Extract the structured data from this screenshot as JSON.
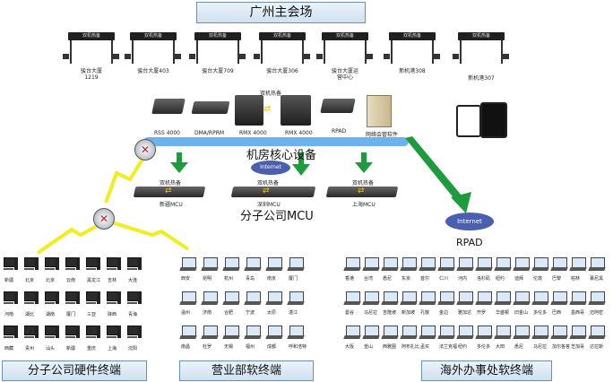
{
  "top_title": "广州主会场",
  "rooms": [
    {
      "tag": "双机热备",
      "label": "骏台大厦\n1219"
    },
    {
      "tag": "双机热备",
      "label": "骏台大厦403"
    },
    {
      "tag": "双机热备",
      "label": "骏台大厦709"
    },
    {
      "tag": "双机热备",
      "label": "骏台大厦306"
    },
    {
      "tag": "双机热备",
      "label": "骏台大厦运\n营中心"
    },
    {
      "tag": "双机热备",
      "label": "新机港308"
    },
    {
      "tag": "双机热备",
      "label": "新机港307"
    }
  ],
  "core_devices": {
    "hot_standby_label": "双机热备",
    "devices": [
      "RSS 4000",
      "DMA/RPRM",
      "RMX 4000",
      "RMX 4000",
      "RPAD",
      "网络会管软件"
    ]
  },
  "core_title": "机房核心设备",
  "internet_label": "Internet",
  "rpad_label": "RPAD",
  "mcus": [
    {
      "tag": "双机热备",
      "label": "新疆MCU"
    },
    {
      "tag": "双机热备",
      "label": "深圳MCU"
    },
    {
      "tag": "双机热备",
      "label": "上海MCU"
    }
  ],
  "branch_mcu_title": "分子公司MCU",
  "hw_terminals": [
    "新疆",
    "北京",
    "北京",
    "云南",
    "黑龙江",
    "吉林",
    "大连",
    "河南",
    "湖北",
    "湖南",
    "厦门",
    "三亚",
    "陕西",
    "青海",
    "西藏",
    "贵州",
    "汕头",
    "新疆",
    "重庆",
    "上海",
    "沈阳"
  ],
  "sales_terminals": [
    "西安",
    "昆明",
    "杭州",
    "青岛",
    "南京",
    "厦门",
    "温州",
    "济南",
    "合肥",
    "宁波",
    "太原",
    "湛江",
    "南昌",
    "杜罗",
    "无锡",
    "福州",
    "成都",
    "呼和浩特"
  ],
  "overseas_terminals": [
    "香港",
    "台湾",
    "悉尼",
    "东京",
    "首尔",
    "仁川",
    "河内",
    "洛杉矶",
    "纽约",
    "迪拜",
    "伦敦",
    "巴黎",
    "柏林",
    "慕尼黑",
    "曼谷",
    "马尼拉",
    "吉隆坡",
    "新加坡",
    "孔敬",
    "金边",
    "雅加达",
    "开罗",
    "华盛顿",
    "旧金山",
    "多伦多",
    "巴西",
    "墨西哥",
    "迈阿密",
    "大阪",
    "釜山",
    "西雅图",
    "阿布扎比",
    "孟买",
    "法兰克福",
    "纽约",
    "多伦多",
    "大田",
    "悉尼",
    "马尼拉",
    "加尔各答",
    "芝加哥",
    "达拉斯"
  ],
  "bottom_labels": {
    "hardware": "分子公司硬件终端",
    "sales": "营业部软终端",
    "overseas": "海外办事处软终端"
  },
  "colors": {
    "link_blue": "#5aa6e6",
    "lightning": "#f2ee1c",
    "arrow_green": "#1e9b3c"
  }
}
